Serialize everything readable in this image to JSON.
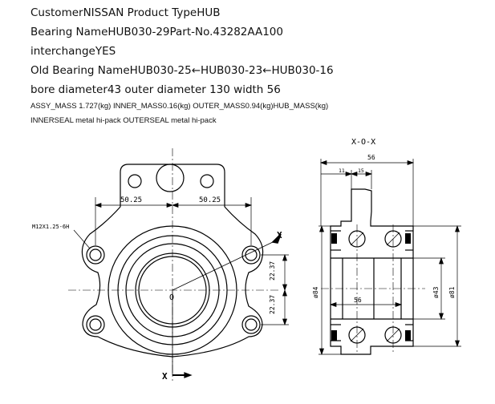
{
  "specs": {
    "line1": "CustomerNISSAN Product TypeHUB",
    "line2": "Bearing NameHUB030-29Part-No.43282AA100",
    "line3": "interchangeYES",
    "line4": "Old Bearing NameHUB030-25←HUB030-23←HUB030-16",
    "line5": "bore diameter43 outer diameter 130 width 56",
    "line6": "ASSY_MASS 1.727(kg) INNER_MASS0.16(kg) OUTER_MASS0.94(kg)HUB_MASS(kg)",
    "line7": "INNERSEAL metal hi-pack OUTERSEAL metal hi-pack"
  },
  "front_view": {
    "dim_left": "50.25",
    "dim_right": "50.25",
    "thread_label": "M12X1.25-6H",
    "dim_upper_vertical": "22.37",
    "dim_lower_vertical": "22.37",
    "center_label": "O",
    "section_mark_top": "X",
    "section_mark_bottom": "X"
  },
  "section_view": {
    "title": "X-O-X",
    "dim_width": "56",
    "dim_l1": "11",
    "dim_l2": "15",
    "dim_inner_width": "56",
    "dim_outer_dia": "ø84",
    "dim_bore": "ø43",
    "dim_dia_81": "ø81"
  }
}
